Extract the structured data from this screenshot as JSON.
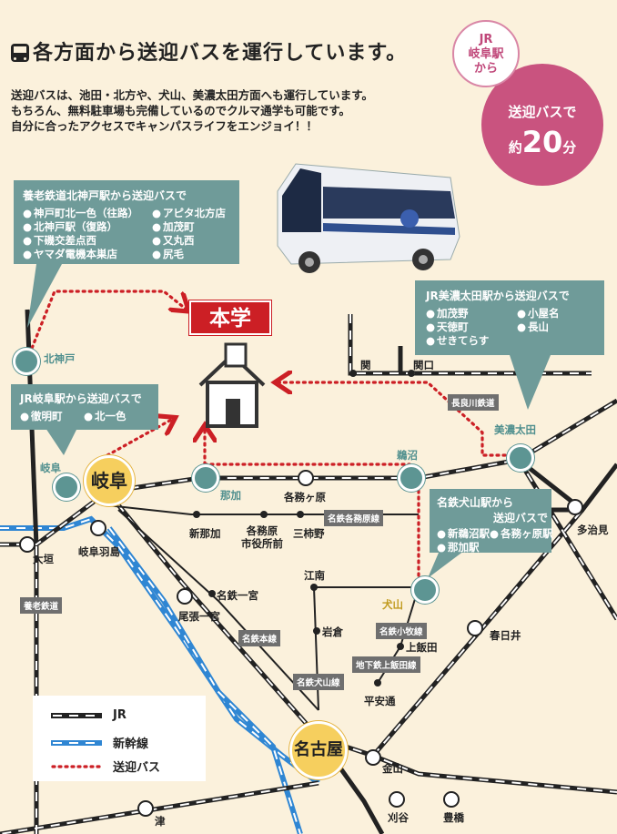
{
  "header": {
    "title": "各方面から送迎バスを運行しています。",
    "intro": [
      "送迎バスは、池田・北方や、犬山、美濃太田方面へも運行しています。",
      "もちろん、無料駐車場も完備しているのでクルマ通学も可能です。",
      "自分に合ったアクセスでキャンパスライフをエンジョイ！！"
    ]
  },
  "badge": {
    "line1": "JR",
    "line2": "岐阜駅",
    "line3": "から"
  },
  "time_badge": {
    "line1": "送迎バスで",
    "prefix": "約",
    "value": "20",
    "unit": "分"
  },
  "main_campus": "本学",
  "callouts": {
    "yoro": {
      "title": "養老鉄道北神戸駅から送迎バスで",
      "col1": [
        "神戸町北一色（往路）",
        "北神戸駅（復路）",
        "下磯交差点西",
        "ヤマダ電機本巣店"
      ],
      "col2": [
        "アピタ北方店",
        "加茂町",
        "又丸西",
        "尻毛"
      ]
    },
    "jr_gifu": {
      "title": "JR岐阜駅から送迎バスで",
      "col1": [
        "徹明町"
      ],
      "col2": [
        "北一色"
      ]
    },
    "minoota": {
      "title": "JR美濃太田駅から送迎バスで",
      "col1": [
        "加茂野",
        "天徳町",
        "せきてらす"
      ],
      "col2": [
        "小屋名",
        "長山"
      ]
    },
    "inuyama": {
      "title1": "名鉄犬山駅から",
      "title2": "送迎バスで",
      "col1": [
        "新鵜沼駅",
        "那加駅"
      ],
      "col2": [
        "各務ヶ原駅"
      ]
    }
  },
  "stations": {
    "kitagoudo": "北神戸",
    "gifu": "岐阜",
    "naka": "那加",
    "unuma": "鵜沼",
    "minoota": "美濃太田",
    "inuyama": "犬山",
    "nagoya": "名古屋",
    "seki": "関",
    "sekiguchi": "関口",
    "kakamigahara": "各務ヶ原",
    "shinnaka": "新那加",
    "shiyakusho1": "各務原",
    "shiyakusho2": "市役所前",
    "mikakino": "三柿野",
    "tajimi": "多治見",
    "ogaki": "大垣",
    "gifuhashima": "岐阜羽島",
    "meitetsuichinomiya": "名鉄一宮",
    "owariichinomiya": "尾張一宮",
    "konan": "江南",
    "iwakura": "岩倉",
    "kamiiida": "上飯田",
    "heianndori": "平安通",
    "kasugai": "春日井",
    "kanayama": "金山",
    "kariya": "刈谷",
    "toyohashi": "豊橋",
    "tsu": "津"
  },
  "line_tags": {
    "nagaragawa": "長良川鉄道",
    "kakamigahara": "名鉄各務原線",
    "yoro": "養老鉄道",
    "meitetsuhonsen": "名鉄本線",
    "komaki": "名鉄小牧線",
    "inuyama": "名鉄犬山線",
    "kamiiida": "地下鉄上飯田線"
  },
  "legend": {
    "jr": "JR",
    "shinkansen": "新幹線",
    "bus": "送迎バス"
  },
  "colors": {
    "teal": "#6f9b99",
    "pink": "#c9537f",
    "red": "#cc1f25",
    "yellow": "#f6cf5e",
    "shinkansen": "#2f86d3",
    "bus": "#cc1f25"
  },
  "icons": [
    "bus-icon",
    "school-building-icon",
    "bus-photo"
  ]
}
